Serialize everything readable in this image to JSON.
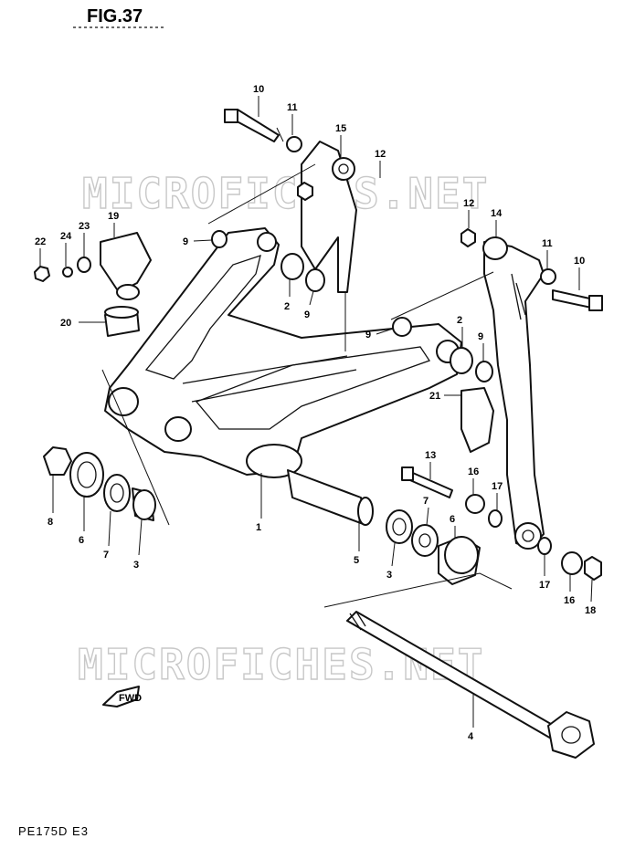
{
  "header": {
    "figure_label": "FIG.37"
  },
  "footer": {
    "model_code": "PE175D  E3"
  },
  "watermark": {
    "text": "MICROFICHES.NET"
  },
  "front_arrow": {
    "label": "FWD"
  },
  "callouts": [
    {
      "id": "c10a",
      "num": "10"
    },
    {
      "id": "c11a",
      "num": "11"
    },
    {
      "id": "c15",
      "num": "15"
    },
    {
      "id": "c12a",
      "num": "12"
    },
    {
      "id": "c12b",
      "num": "12"
    },
    {
      "id": "c14",
      "num": "14"
    },
    {
      "id": "c11b",
      "num": "11"
    },
    {
      "id": "c10b",
      "num": "10"
    },
    {
      "id": "c19",
      "num": "19"
    },
    {
      "id": "c22",
      "num": "22"
    },
    {
      "id": "c24",
      "num": "24"
    },
    {
      "id": "c23",
      "num": "23"
    },
    {
      "id": "c9a",
      "num": "9"
    },
    {
      "id": "c2a",
      "num": "2"
    },
    {
      "id": "c9b",
      "num": "9"
    },
    {
      "id": "c20",
      "num": "20"
    },
    {
      "id": "c9c",
      "num": "9"
    },
    {
      "id": "c2b",
      "num": "2"
    },
    {
      "id": "c9d",
      "num": "9"
    },
    {
      "id": "c21",
      "num": "21"
    },
    {
      "id": "c13",
      "num": "13"
    },
    {
      "id": "c16a",
      "num": "16"
    },
    {
      "id": "c17a",
      "num": "17"
    },
    {
      "id": "c8",
      "num": "8"
    },
    {
      "id": "c6a",
      "num": "6"
    },
    {
      "id": "c7a",
      "num": "7"
    },
    {
      "id": "c3a",
      "num": "3"
    },
    {
      "id": "c1",
      "num": "1"
    },
    {
      "id": "c5",
      "num": "5"
    },
    {
      "id": "c3b",
      "num": "3"
    },
    {
      "id": "c7b",
      "num": "7"
    },
    {
      "id": "c6b",
      "num": "6"
    },
    {
      "id": "c17b",
      "num": "17"
    },
    {
      "id": "c16b",
      "num": "16"
    },
    {
      "id": "c18",
      "num": "18"
    },
    {
      "id": "c4",
      "num": "4"
    }
  ]
}
